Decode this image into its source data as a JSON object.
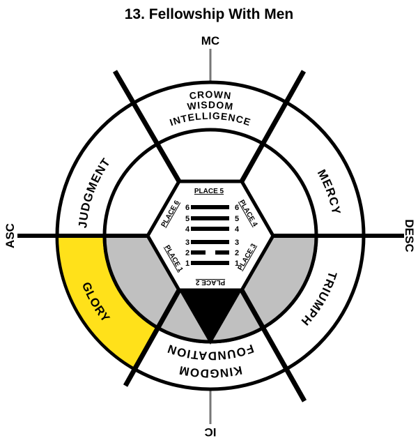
{
  "title": "13. Fellowship With Men",
  "angles": {
    "mc": "MC",
    "ic": "IC",
    "asc": "ASC",
    "desc": "DESC"
  },
  "houses": {
    "crown": "CROWN",
    "wisdom": "WISDOM",
    "intelligence": "INTELLIGENCE",
    "mercy": "MERCY",
    "triumph": "TRIUMPH",
    "kingdom": "KINGDOM",
    "foundation": "FOUNDATION",
    "glory": "GLORY",
    "judgment": "JUDGMENT"
  },
  "places": {
    "p1": "PLACE 1",
    "p2": "PLACE 2",
    "p3": "PLACE 3",
    "p4": "PLACE 4",
    "p5": "PLACE 5",
    "p6": "PLACE 6"
  },
  "hexagram": {
    "line_numbers": [
      "1",
      "2",
      "3",
      "4",
      "5",
      "6"
    ],
    "lines": [
      "solid",
      "broken",
      "solid",
      "solid",
      "solid",
      "solid"
    ]
  },
  "colors": {
    "highlight": "#FFE11A",
    "shade": "#C0C0C0"
  }
}
